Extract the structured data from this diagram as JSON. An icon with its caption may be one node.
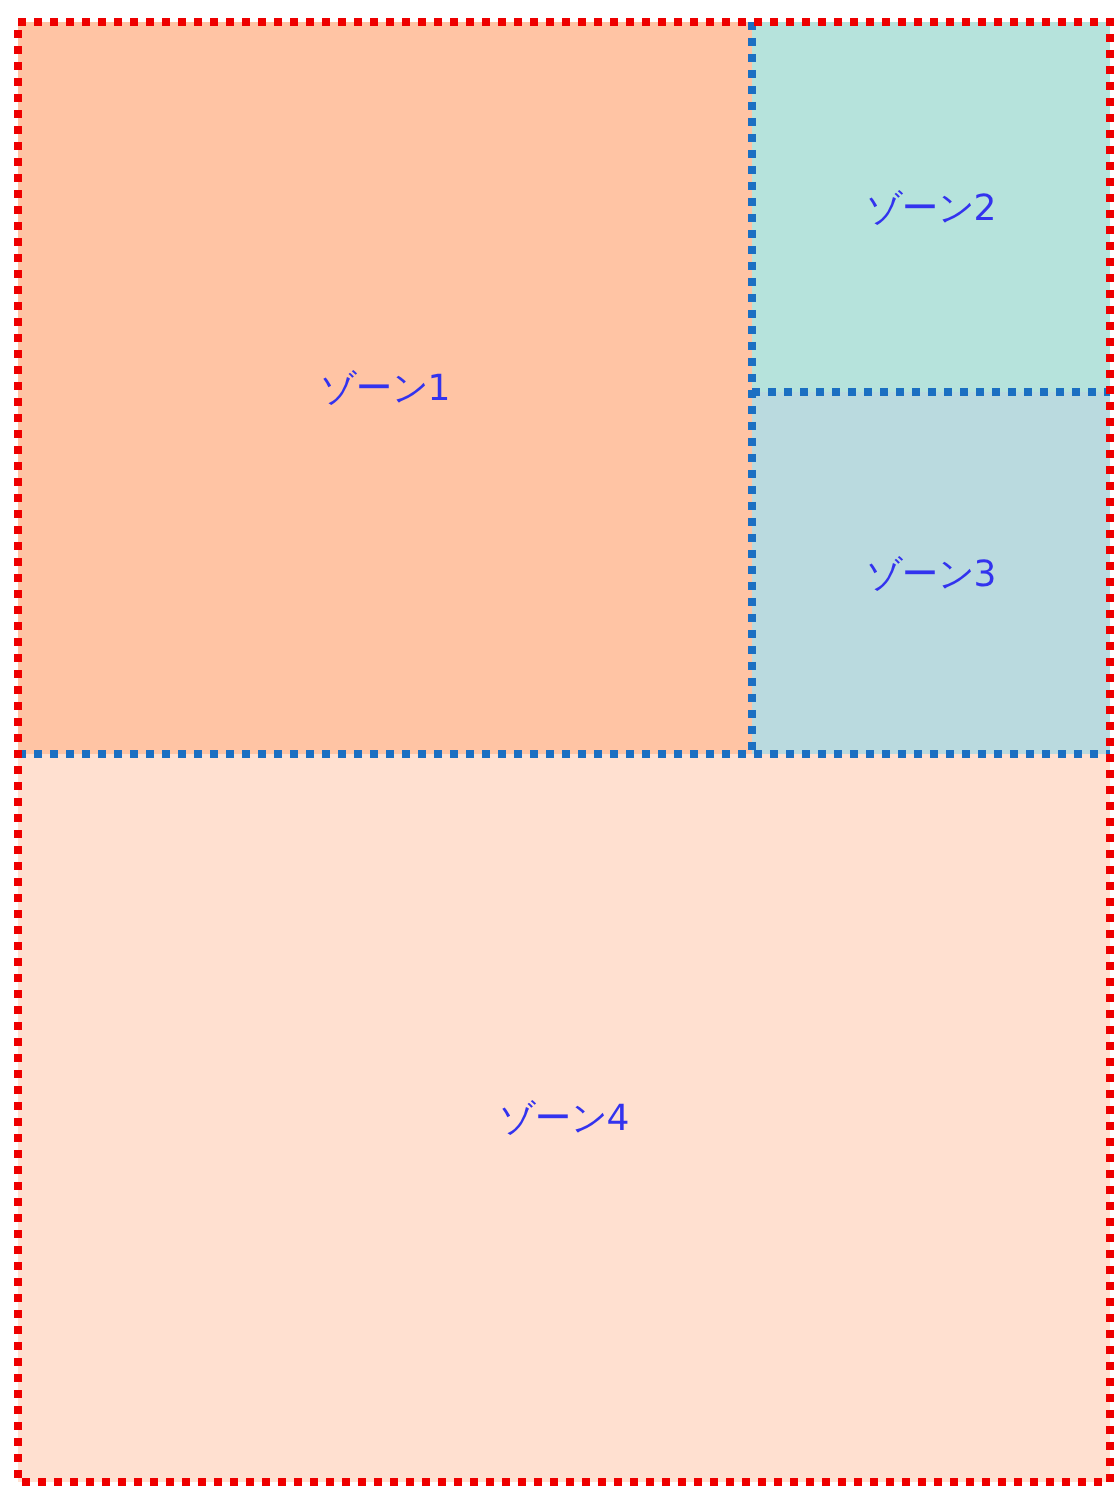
{
  "diagram": {
    "nodes": [
      {
        "text": [
          "ゾーン1"
        ]
      },
      {
        "text": [
          "ゾーン2"
        ]
      },
      {
        "text": [
          "ゾーン3"
        ]
      },
      {
        "text": [
          "ゾーン4"
        ]
      }
    ]
  }
}
